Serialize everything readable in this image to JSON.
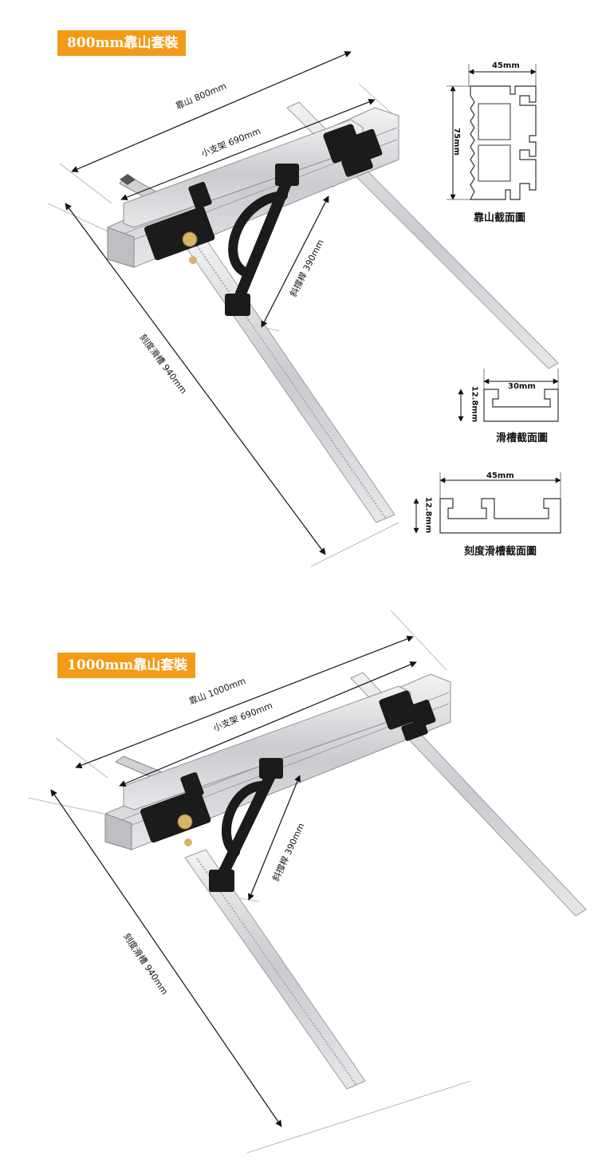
{
  "set1": {
    "badge": "800mm靠山套裝",
    "fence_label": "靠山 800mm",
    "bracket_label": "小支架 690mm",
    "brace_label": "斜撐桿 390mm",
    "rail_label": "刻度滑槽 940mm"
  },
  "set2": {
    "badge": "1000mm靠山套裝",
    "fence_label": "靠山 1000mm",
    "bracket_label": "小支架 690mm",
    "brace_label": "斜撐桿 390mm",
    "rail_label": "刻度滑槽 940mm"
  },
  "sections": {
    "fence": {
      "title": "靠山截面圖",
      "width": "45mm",
      "height": "75mm"
    },
    "slot": {
      "title": "滑槽截面圖",
      "width": "30mm",
      "height": "12.8mm"
    },
    "scale_slot": {
      "title": "刻度滑槽截面圖",
      "width": "45mm",
      "height": "12.8mm"
    }
  },
  "colors": {
    "badge_bg": "#f39a17",
    "aluminum": "#d9dadc",
    "black_parts": "#1b1b1b"
  }
}
